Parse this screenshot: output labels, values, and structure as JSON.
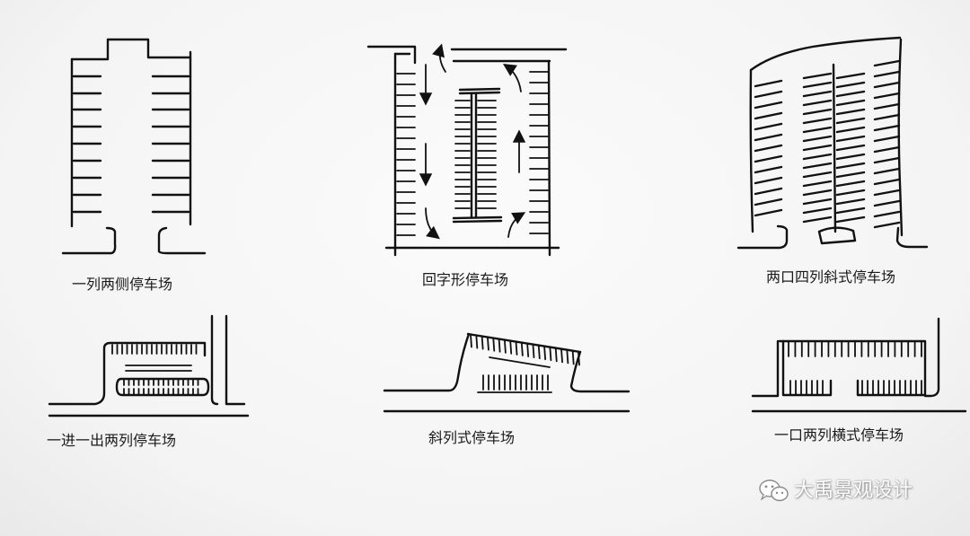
{
  "diagrams": [
    {
      "caption": "一列两侧停车场"
    },
    {
      "caption": "回字形停车场"
    },
    {
      "caption": "两口四列斜式停车场"
    },
    {
      "caption": "一进一出两列停车场"
    },
    {
      "caption": "斜列式停车场"
    },
    {
      "caption": "一口两列横式停车场"
    }
  ],
  "watermark": {
    "text": "大禹景观设计",
    "icon": "wechat-icon"
  },
  "colors": {
    "ink": "#111111",
    "background": "#f6f6f6",
    "watermark": "#ffffff"
  }
}
